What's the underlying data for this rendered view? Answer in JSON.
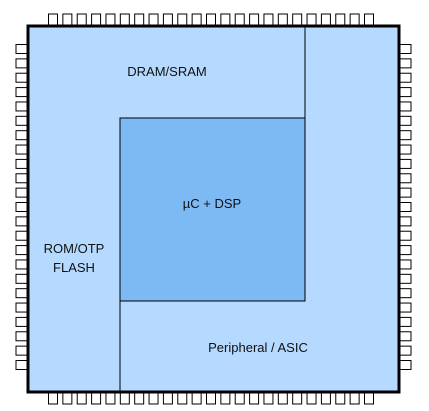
{
  "diagram": {
    "blocks": {
      "dram": {
        "label": "DRAM/SRAM"
      },
      "core": {
        "label": "µC + DSP"
      },
      "rom": {
        "label_line1": "ROM/OTP",
        "label_line2": "FLASH"
      },
      "peripheral": {
        "label": "Peripheral / ASIC"
      }
    },
    "pins": {
      "per_side": 23
    },
    "colors": {
      "region": "#b5d9ff",
      "core": "#7db9f3",
      "outline": "#000000",
      "pin_fill": "#ffffff"
    }
  }
}
